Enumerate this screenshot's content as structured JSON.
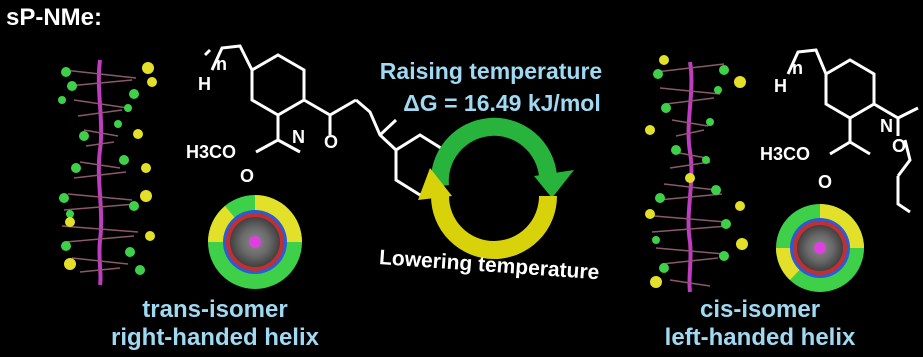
{
  "title": "sP-NMe:",
  "energy": {
    "raising": "Raising temperature",
    "delta_g": "ΔG = 16.49 kJ/mol",
    "lowering": "Lowering temperature"
  },
  "left_panel": {
    "caption_line1": "trans-isomer",
    "caption_line2": "right-handed helix",
    "chem_n": "n",
    "chem_h": "H",
    "chem_o": "O",
    "chem_n_atom": "N",
    "chem_ester": "H3CO"
  },
  "right_panel": {
    "caption_line1": "cis-isomer",
    "caption_line2": "left-handed helix",
    "chem_n": "n",
    "chem_h": "H",
    "chem_o": "O",
    "chem_n_atom": "N",
    "chem_ester": "H3CO"
  },
  "colors": {
    "caption": "#9fd9f2",
    "arrow_green": "#28b43c",
    "arrow_yellow": "#d8d20a",
    "helix_green": "#3fd04a",
    "helix_yellow": "#e3e02a",
    "backbone": "#c03cc0"
  }
}
